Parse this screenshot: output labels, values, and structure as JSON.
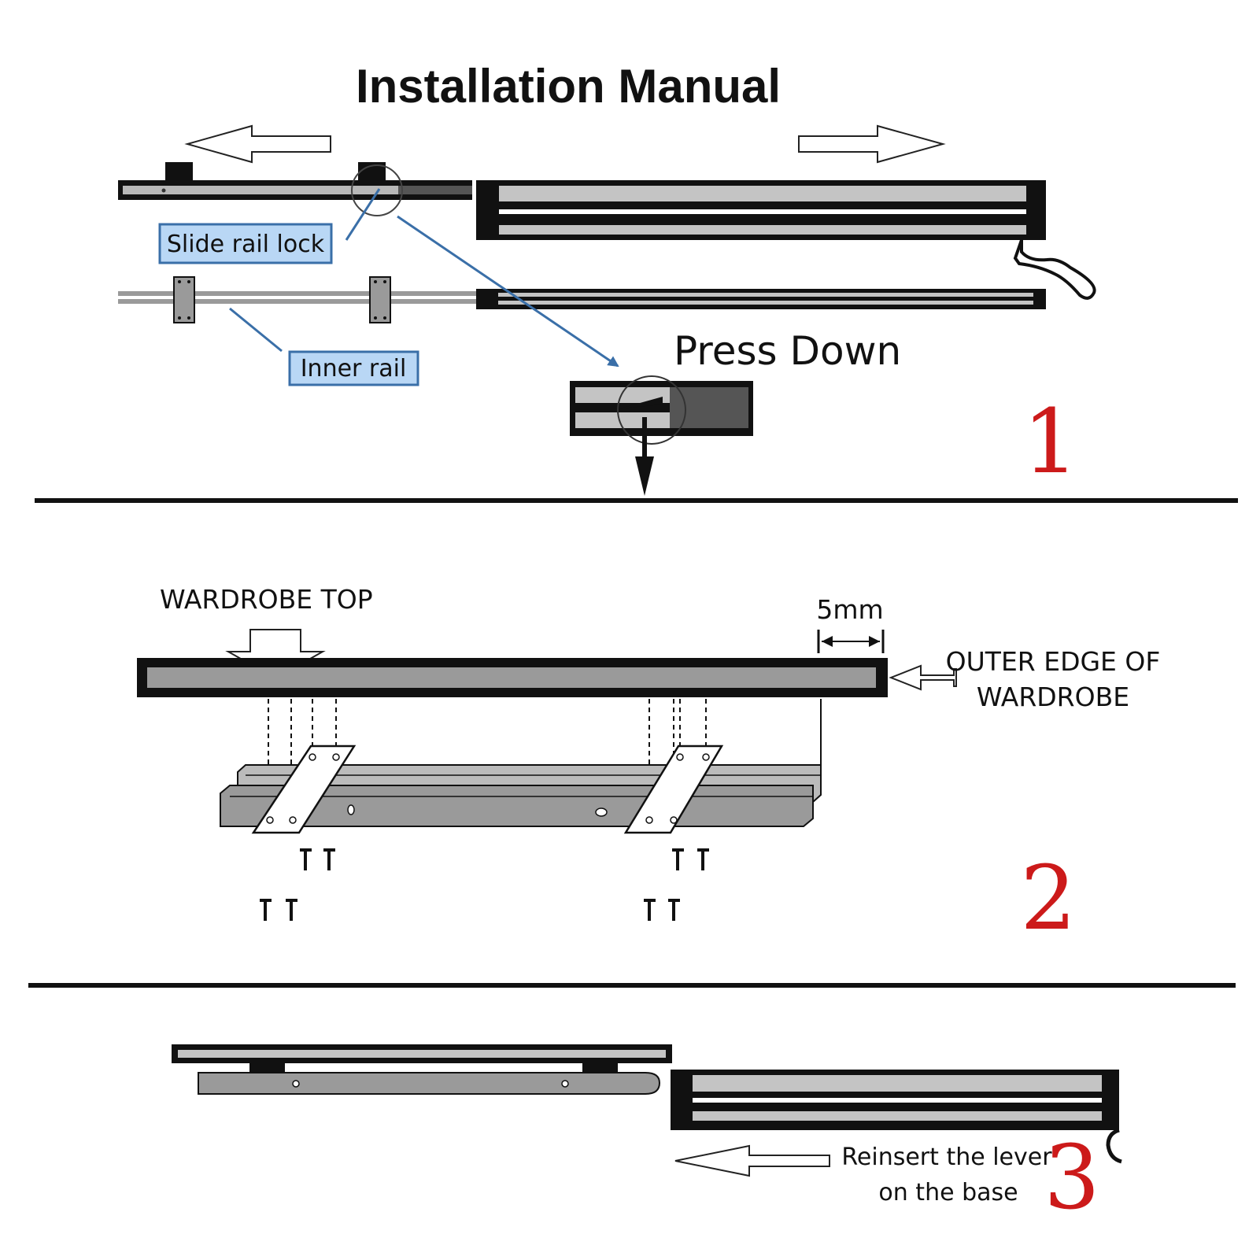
{
  "title": "Installation Manual",
  "colors": {
    "step_number": "#cc1a1a",
    "callout_fill": "#b9d7f5",
    "callout_border": "#3a6fa8",
    "leader_line": "#3a6fa8",
    "rail_gray": "#9a9a9a",
    "rail_light": "#c4c4c4"
  },
  "step1": {
    "number": "1",
    "slide_rail_lock_label": "Slide rail lock",
    "inner_rail_label": "Inner rail",
    "press_down_label": "Press Down"
  },
  "step2": {
    "number": "2",
    "wardrobe_top_label": "WARDROBE TOP",
    "gap_label": "5mm",
    "outer_edge_label_line1": "OUTER EDGE OF",
    "outer_edge_label_line2": "WARDROBE"
  },
  "step3": {
    "number": "3",
    "reinsert_line1": "Reinsert the lever",
    "reinsert_line2": "on the base"
  }
}
